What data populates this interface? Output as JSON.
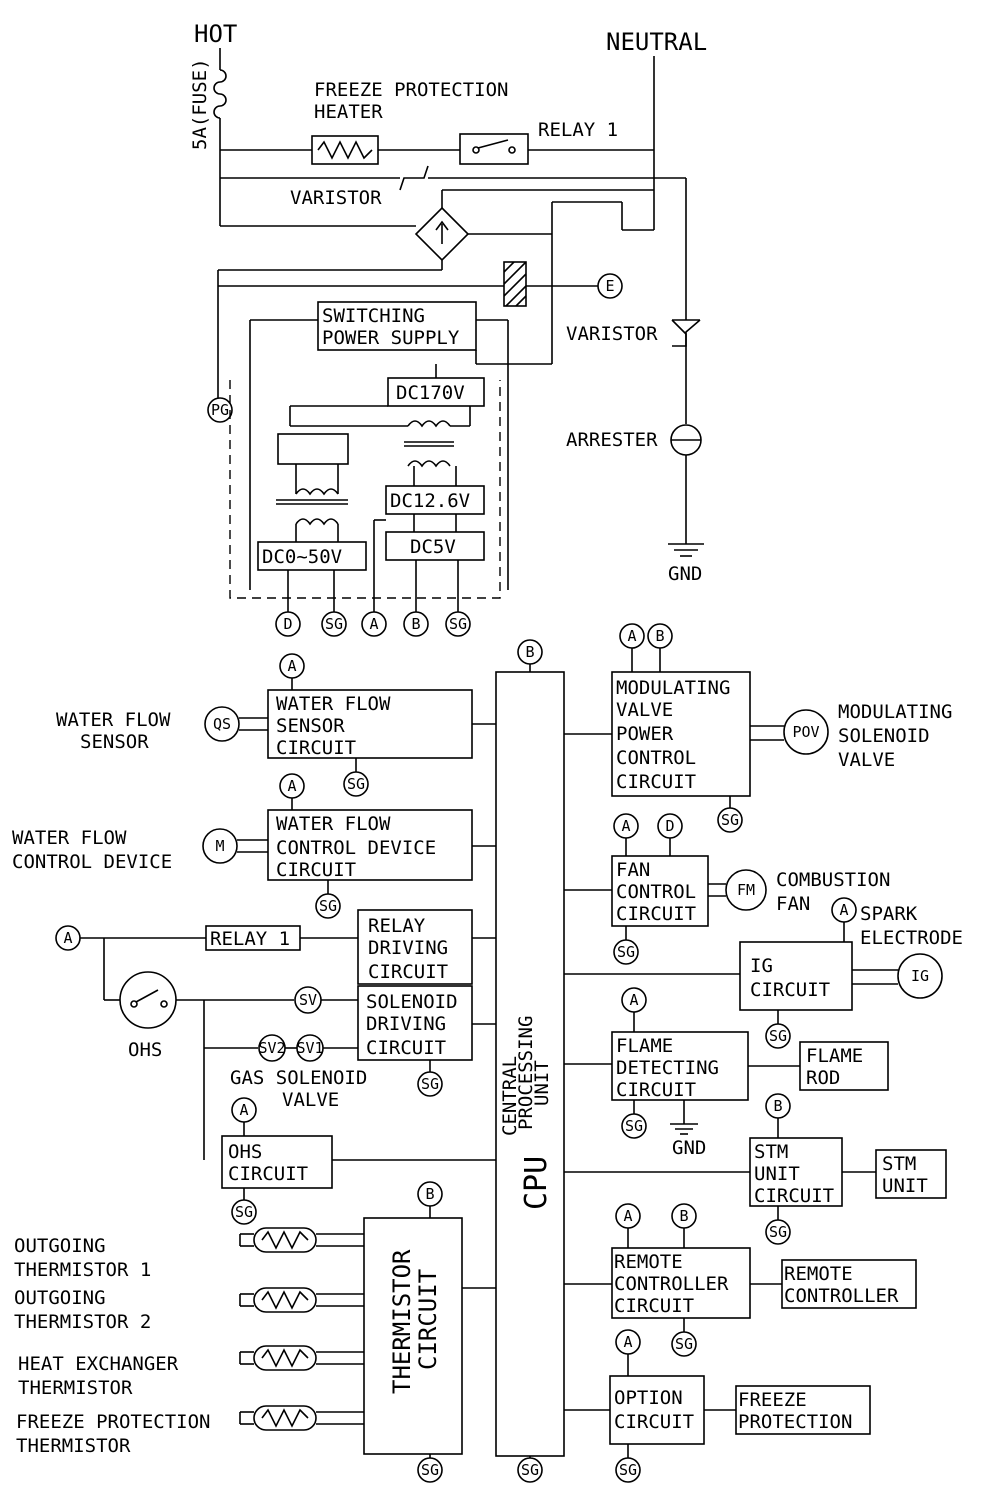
{
  "power": {
    "hot": "HOT",
    "neutral": "NEUTRAL",
    "fuse": "5A(FUSE)",
    "heater": [
      "FREEZE PROTECTION",
      "HEATER"
    ],
    "relay1": "RELAY 1",
    "varistor1": "VARISTOR",
    "varistor2": "VARISTOR",
    "arrester": "ARRESTER",
    "gnd": "GND",
    "e_node": "E",
    "pg_node": "PG",
    "sps": [
      "SWITCHING",
      "POWER SUPPLY"
    ],
    "dc170": "DC170V",
    "dc126": "DC12.6V",
    "dc5": "DC5V",
    "dc050": "DC0~50V",
    "out_nodes": [
      "D",
      "SG",
      "A",
      "B",
      "SG"
    ]
  },
  "left": {
    "wfs_label": [
      "WATER FLOW",
      "SENSOR"
    ],
    "qs": "QS",
    "wfs_circuit": [
      "WATER FLOW",
      "SENSOR",
      "CIRCUIT"
    ],
    "wfcd_label": [
      "WATER FLOW",
      "CONTROL DEVICE"
    ],
    "m": "M",
    "wfcd_circuit": [
      "WATER FLOW",
      "CONTROL DEVICE",
      "CIRCUIT"
    ],
    "relay_box": "RELAY 1",
    "relay_driving": [
      "RELAY",
      "DRIVING",
      "CIRCUIT"
    ],
    "solenoid_driving": [
      "SOLENOID",
      "DRIVING",
      "CIRCUIT"
    ],
    "sv": "SV",
    "sv2": "SV2",
    "sv1": "SV1",
    "gas_solenoid": [
      "GAS SOLENOID",
      "VALVE"
    ],
    "ohs": "OHS",
    "ohs_circuit": [
      "OHS",
      "CIRCUIT"
    ],
    "thermistor_circuit": [
      "THERMISTOR",
      "CIRCUIT"
    ],
    "thermistors": [
      [
        "OUTGOING",
        "THERMISTOR 1"
      ],
      [
        "OUTGOING",
        "THERMISTOR 2"
      ],
      [
        "HEAT EXCHANGER",
        "THERMISTOR"
      ],
      [
        "FREEZE PROTECTION",
        "THERMISTOR"
      ]
    ]
  },
  "cpu": {
    "title": "CPU",
    "subtitle": [
      "CENTRAL",
      "PROCESSING",
      "UNIT"
    ]
  },
  "right": {
    "mod_circuit": [
      "MODULATING",
      "VALVE",
      "POWER",
      "CONTROL",
      "CIRCUIT"
    ],
    "pov": "POV",
    "mod_solenoid": [
      "MODULATING",
      "SOLENOID",
      "VALVE"
    ],
    "fan_circuit": [
      "FAN",
      "CONTROL",
      "CIRCUIT"
    ],
    "fm": "FM",
    "comb_fan": [
      "COMBUSTION",
      "FAN"
    ],
    "spark": [
      "SPARK",
      "ELECTRODE"
    ],
    "ig_circuit": [
      "IG",
      "CIRCUIT"
    ],
    "ig": "IG",
    "flame_circuit": [
      "FLAME",
      "DETECTING",
      "CIRCUIT"
    ],
    "flame_rod": [
      "FLAME",
      "ROD"
    ],
    "gnd": "GND",
    "stm_circuit": [
      "STM",
      "UNIT",
      "CIRCUIT"
    ],
    "stm_unit": [
      "STM",
      "UNIT"
    ],
    "remote_circuit": [
      "REMOTE",
      "CONTROLLER",
      "CIRCUIT"
    ],
    "remote": [
      "REMOTE",
      "CONTROLLER"
    ],
    "option_circuit": [
      "OPTION",
      "CIRCUIT"
    ],
    "freeze_protection": [
      "FREEZE",
      "PROTECTION"
    ]
  },
  "nodes": {
    "A": "A",
    "B": "B",
    "D": "D",
    "SG": "SG"
  }
}
